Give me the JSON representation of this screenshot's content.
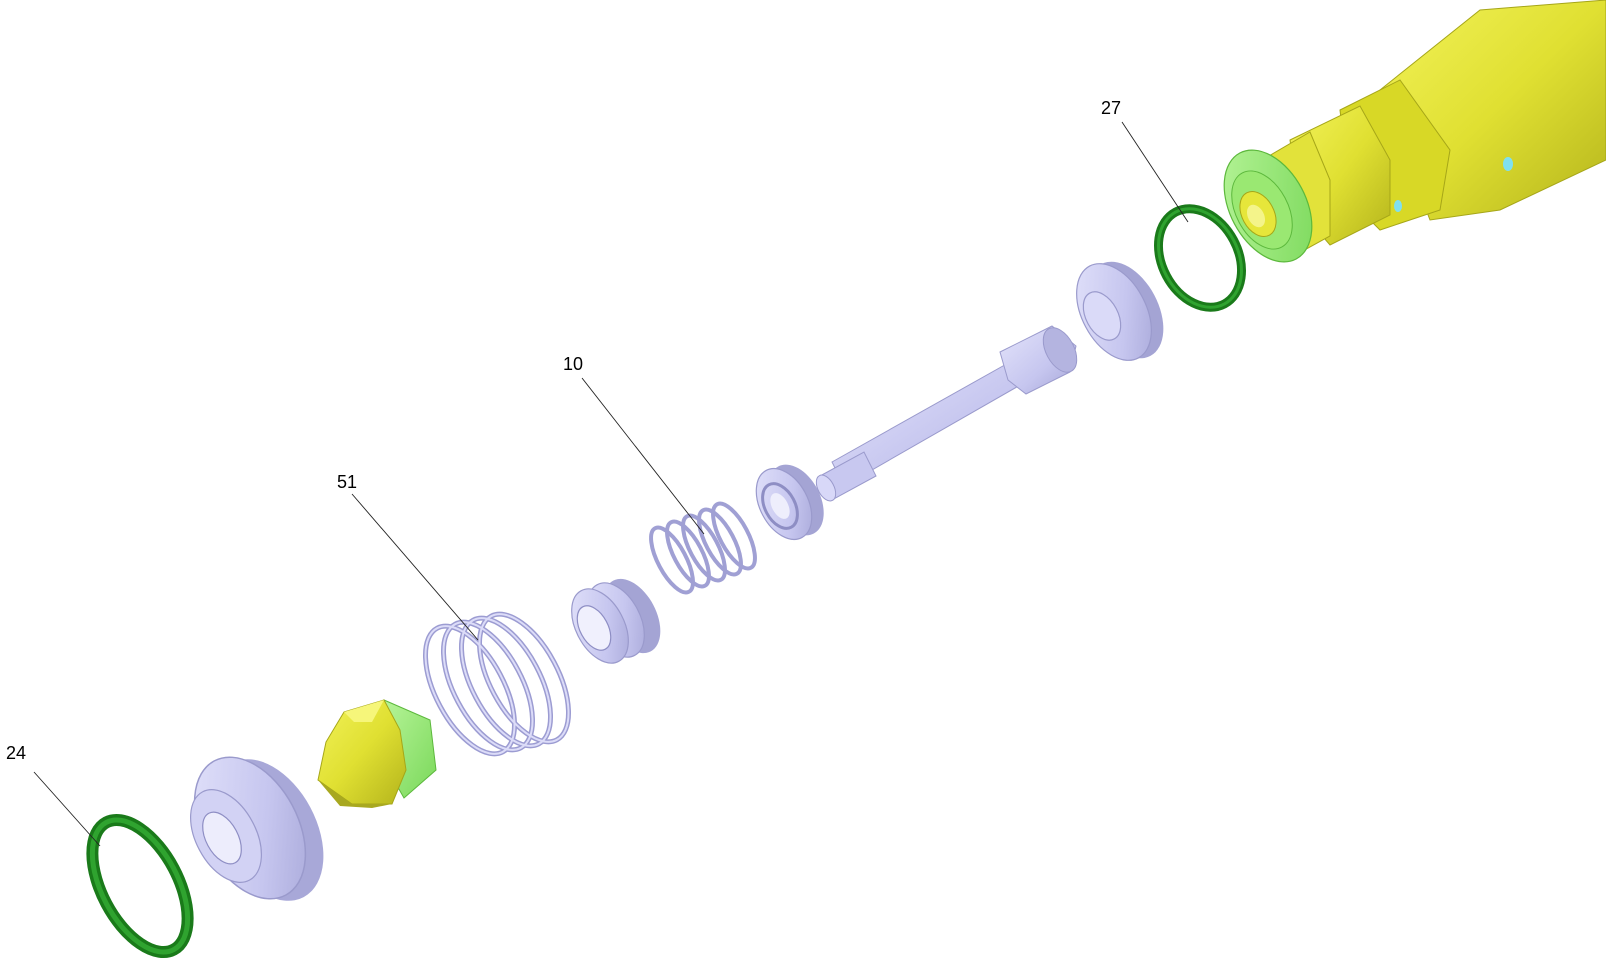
{
  "callouts": [
    {
      "id": "24",
      "label": "24"
    },
    {
      "id": "51",
      "label": "51"
    },
    {
      "id": "10",
      "label": "10"
    },
    {
      "id": "27",
      "label": "27"
    }
  ],
  "colors": {
    "background": "#ffffff",
    "part_lavender": "#c8c8f0",
    "part_lavender_dark": "#9c9cd0",
    "part_lavender_light": "#e2e2fa",
    "oring_green": "#1e8c1e",
    "yellow_body": "#e6e632",
    "yellow_dark": "#b9b91e",
    "light_green": "#96eb6e"
  }
}
